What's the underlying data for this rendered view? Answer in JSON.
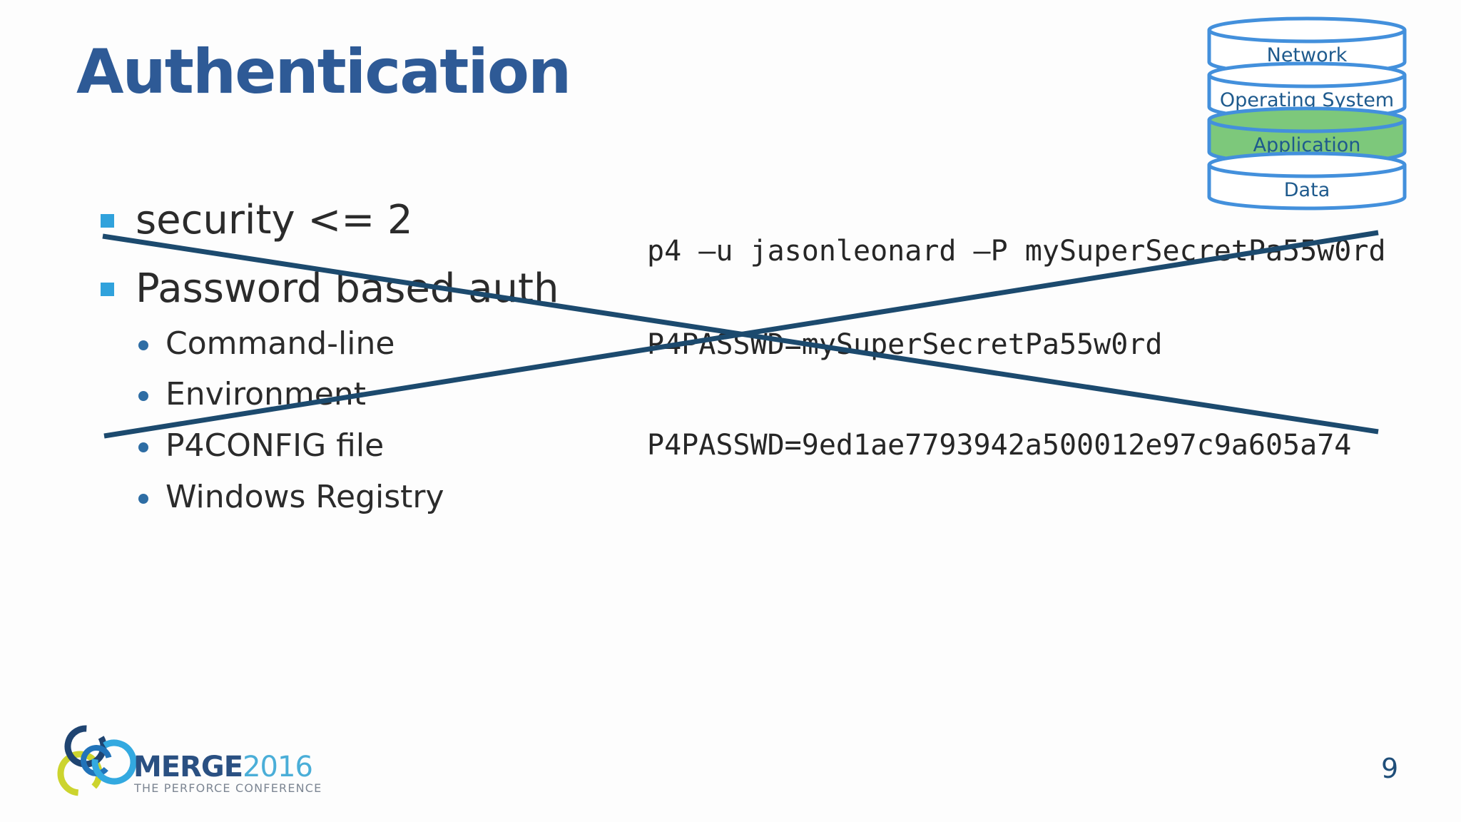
{
  "colors": {
    "background": "#fdfdfd",
    "title": "#2e5a96",
    "body_text": "#2b2b2b",
    "code_text": "#262626",
    "square_bullet": "#30a2dc",
    "round_bullet": "#2e6da4",
    "cross_line": "#1c4a6e",
    "stack_border": "#4390dc",
    "stack_fill": "#ffffff",
    "stack_highlight": "#7dc87b",
    "stack_label": "#1e5a8d",
    "logo_navy": "#1f4471",
    "logo_blue": "#33a9e0",
    "logo_yellow": "#ccd42e",
    "logo_midblue": "#2173b9",
    "logo_text": "#2a5082",
    "logo_year": "#4aaed8",
    "logo_tagline": "#7d8693",
    "page_number_color": "#1f4e79"
  },
  "slide": {
    "title": "Authentication",
    "page_number": "9",
    "bullets": [
      {
        "level": 1,
        "label": "security <= 2"
      },
      {
        "level": 1,
        "label": "Password based auth"
      },
      {
        "level": 2,
        "label": "Command-line"
      },
      {
        "level": 2,
        "label": "Environment"
      },
      {
        "level": 2,
        "label": "P4CONFIG file"
      },
      {
        "level": 2,
        "label": "Windows Registry"
      }
    ],
    "code_lines": [
      "p4 –u jasonleonard –P mySuperSecretPa55w0rd",
      "P4PASSWD=mySuperSecretPa55w0rd",
      "P4PASSWD=9ed1ae7793942a500012e97c9a605a74"
    ],
    "stack_diagram": {
      "layers": [
        {
          "label": "Network",
          "highlighted": false
        },
        {
          "label": "Operating System",
          "highlighted": false
        },
        {
          "label": "Application",
          "highlighted": true
        },
        {
          "label": "Data",
          "highlighted": false
        }
      ]
    },
    "logo": {
      "brand": "MERGE",
      "year": "2016",
      "tagline": "THE PERFORCE CONFERENCE"
    }
  }
}
